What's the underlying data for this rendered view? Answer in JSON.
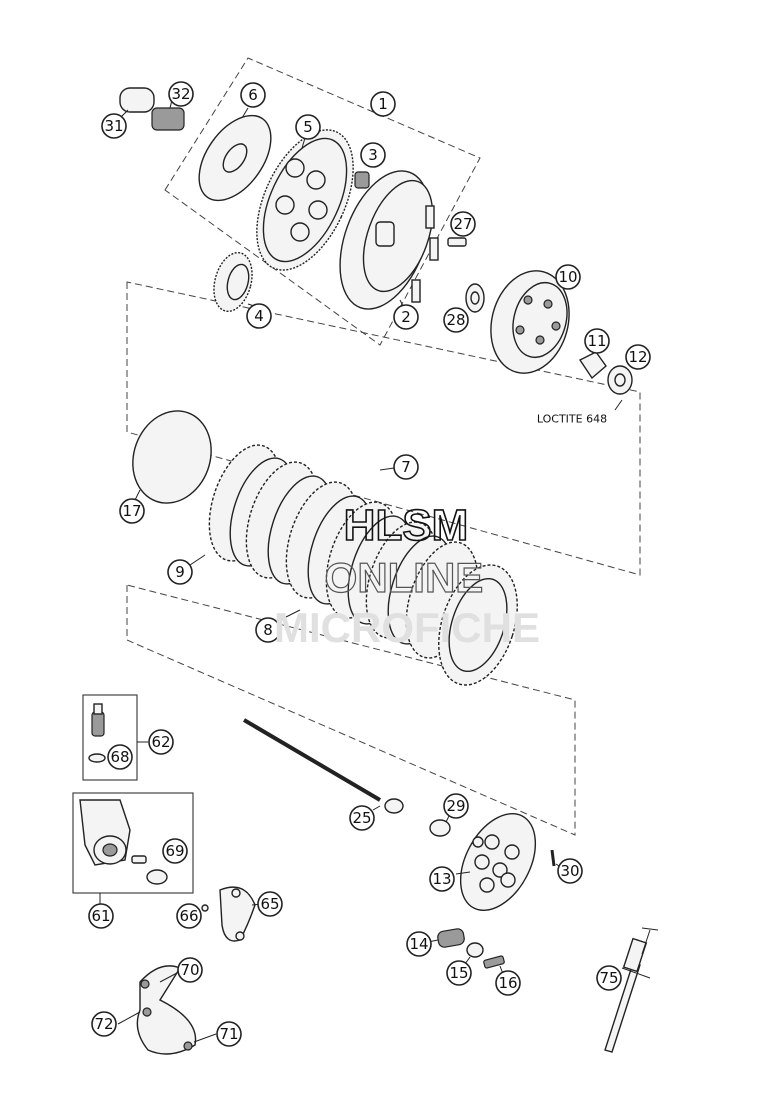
{
  "callouts": {
    "c1": "1",
    "c2": "2",
    "c3": "3",
    "c4": "4",
    "c5": "5",
    "c6": "6",
    "c7": "7",
    "c8": "8",
    "c9": "9",
    "c10": "10",
    "c11": "11",
    "c12": "12",
    "c13": "13",
    "c14": "14",
    "c15": "15",
    "c16": "16",
    "c17": "17",
    "c25": "25",
    "c27": "27",
    "c28": "28",
    "c29": "29",
    "c30": "30",
    "c31": "31",
    "c32": "32",
    "c61": "61",
    "c62": "62",
    "c65": "65",
    "c66": "66",
    "c68": "68",
    "c69": "69",
    "c70": "70",
    "c71": "71",
    "c72": "72",
    "c75": "75"
  },
  "annotation": "LOCTITE 648",
  "watermark": {
    "line1": "HLSM",
    "line2": "ONLINE",
    "line3": "MICROFICHE"
  },
  "colors": {
    "line": "#222222",
    "watermark": "#d8d8d8",
    "watermark_dark": "#000000"
  }
}
